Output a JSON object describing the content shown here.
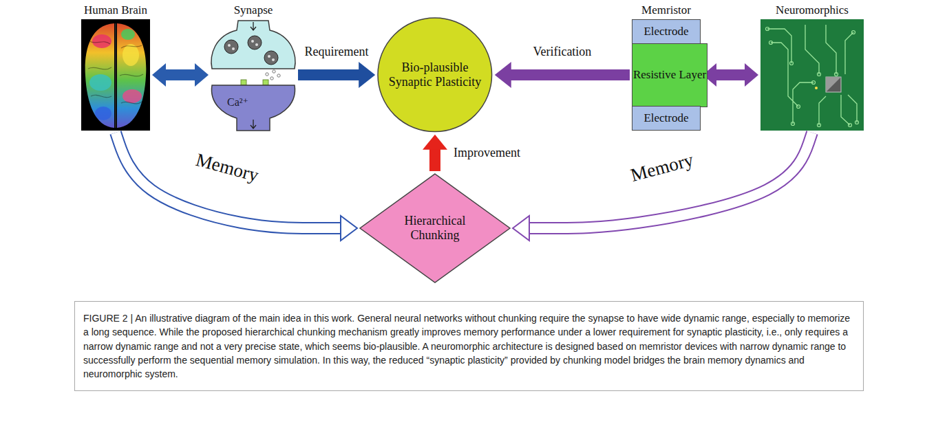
{
  "diagram": {
    "caption": "FIGURE 2 | An illustrative diagram of the main idea in this work. General neural networks without chunking require the synapse to have wide dynamic range, especially to memorize a long sequence. While the proposed hierarchical chunking mechanism greatly improves memory performance under a lower requirement for synaptic plasticity, i.e., only requires a narrow dynamic range and not a very precise state, which seems bio-plausible. A neuromorphic architecture is designed based on memristor devices with narrow dynamic range to successfully perform the sequential memory simulation. In this way, the reduced “synaptic plasticity” provided by chunking model bridges the brain memory dynamics and neuromorphic system.",
    "nodes": [
      {
        "text": [
          "Human Brain"
        ]
      },
      {
        "text": [
          "Synapse",
          "Ca²⁺"
        ]
      },
      {
        "text": [
          "Bio-plausible Synaptic Plasticity"
        ]
      },
      {
        "text": [
          "Memristor"
        ]
      },
      {
        "text": [
          "Electrode"
        ],
        "in": 3
      },
      {
        "text": [
          "Resistive Layer"
        ],
        "in": 3
      },
      {
        "text": [
          "Electrode"
        ],
        "in": 3
      },
      {
        "text": [
          "Neuromorphics"
        ]
      },
      {
        "text": [
          "Hierarchical Chunking"
        ]
      }
    ],
    "edges": [
      {
        "from": 0,
        "to": 1,
        "arrow": "both"
      },
      {
        "from": 1,
        "to": 2,
        "arrow": "to",
        "label": "Requirement"
      },
      {
        "from": 3,
        "to": 2,
        "arrow": "to",
        "label": "Verification"
      },
      {
        "from": 3,
        "to": 7,
        "arrow": "both"
      },
      {
        "from": 8,
        "to": 2,
        "arrow": "to",
        "label": "Improvement"
      },
      {
        "from": 0,
        "to": 8,
        "arrow": "to",
        "label": "Memory"
      },
      {
        "from": 7,
        "to": 8,
        "arrow": "to",
        "label": "Memory"
      }
    ]
  }
}
